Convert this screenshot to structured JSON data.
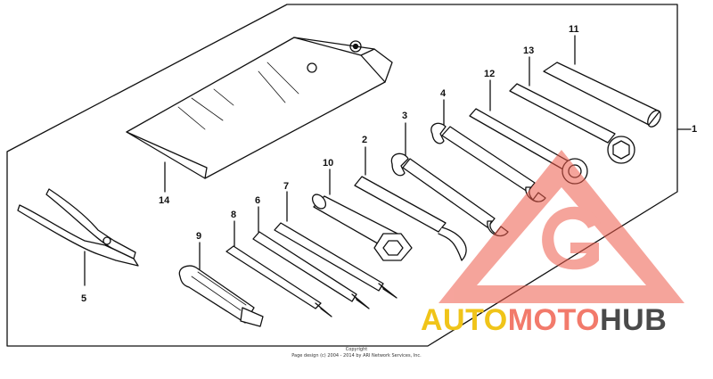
{
  "diagram": {
    "callouts": [
      {
        "id": "1",
        "label": "1"
      },
      {
        "id": "2",
        "label": "2"
      },
      {
        "id": "3",
        "label": "3"
      },
      {
        "id": "4",
        "label": "4"
      },
      {
        "id": "5",
        "label": "5"
      },
      {
        "id": "6",
        "label": "6"
      },
      {
        "id": "7",
        "label": "7"
      },
      {
        "id": "8",
        "label": "8"
      },
      {
        "id": "9",
        "label": "9"
      },
      {
        "id": "10",
        "label": "10"
      },
      {
        "id": "11",
        "label": "11"
      },
      {
        "id": "12",
        "label": "12"
      },
      {
        "id": "13",
        "label": "13"
      },
      {
        "id": "14",
        "label": "14"
      }
    ],
    "copyright": {
      "line1": "Copyright",
      "line2": "Page design (c) 2004 - 2014 by ARI Network Services, Inc."
    }
  },
  "watermark": {
    "part1": "AUTO",
    "part2": "MOTO",
    "part3": "HUB",
    "colors": {
      "auto": "#f0c419",
      "moto": "#f27a6b",
      "hub": "#4a4a4a",
      "triangle": "#ee5a4a"
    }
  }
}
